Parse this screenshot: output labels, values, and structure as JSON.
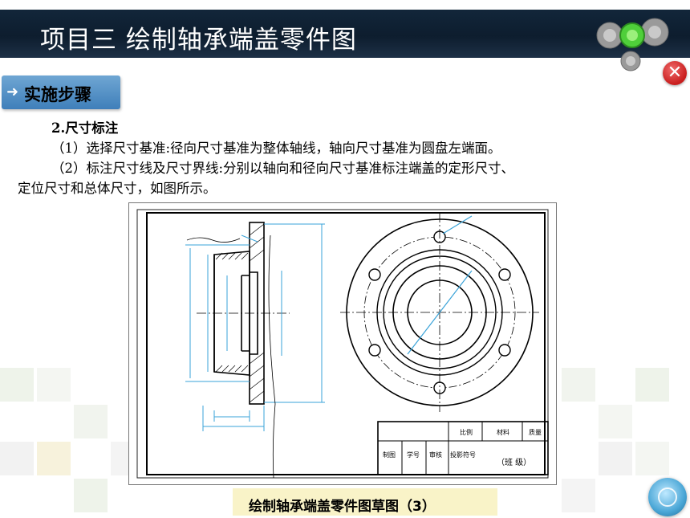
{
  "header": {
    "title": "项目三    绘制轴承端盖零件图"
  },
  "section_tab": {
    "icon": "arrow-right-icon",
    "label": "实施步骤"
  },
  "content": {
    "heading": "2.尺寸标注",
    "line1": "（1）选择尺寸基准:径向尺寸基准为整体轴线，轴向尺寸基准为圆盘左端面。",
    "line2": "（2）标注尺寸线及尺寸界线:分别以轴向和径向尺寸基准标注端盖的定形尺寸、",
    "line3": "定位尺寸和总体尺寸，如图所示。"
  },
  "title_block": {
    "scale": "比例",
    "material": "材料",
    "mass": "质量",
    "drawn": "制图",
    "student_no": "学号",
    "reviewed": "审核",
    "projection": "投影符号",
    "class": "（班  级）"
  },
  "figure": {
    "caption": "绘制轴承端盖零件图草图（3）"
  },
  "colors": {
    "title_bar": "#12263a",
    "tab": "#4f8cc4",
    "dimension_line": "#3aa3d8",
    "close": "#d32f2f",
    "caption_bg": "#f9f3c8"
  },
  "icons": {
    "gears": "gears-icon",
    "close": "close-icon",
    "home": "home-icon"
  }
}
